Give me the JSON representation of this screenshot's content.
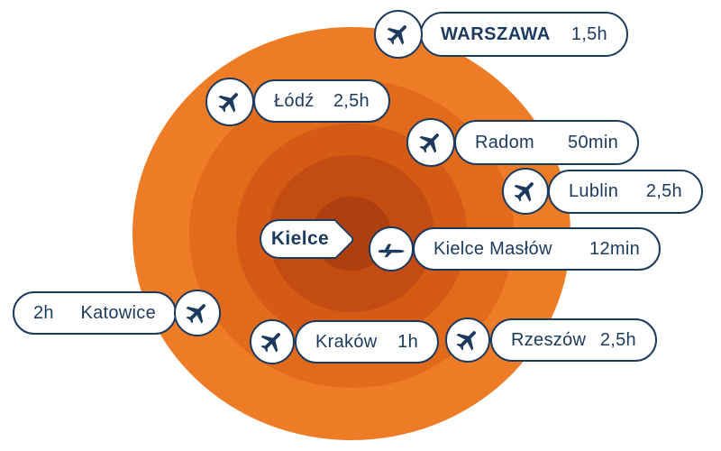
{
  "colors": {
    "navy": "#1b3a5e",
    "pill_background": "#ffffff",
    "ring_colors": [
      "#ee7c26",
      "#e26a1b",
      "#d45a15",
      "#c24c12",
      "#ae3f0e"
    ]
  },
  "center": {
    "label": "Kielce"
  },
  "items": [
    {
      "id": "warszawa",
      "city": "WARSZAWA",
      "time": "1,5h",
      "emphasis": true,
      "icon": "plane-top-icon",
      "icon_side": "left",
      "time_first": false
    },
    {
      "id": "lodz",
      "city": "Łódź",
      "time": "2,5h",
      "emphasis": false,
      "icon": "plane-top-icon",
      "icon_side": "left",
      "time_first": false
    },
    {
      "id": "radom",
      "city": "Radom",
      "time": "50min",
      "emphasis": false,
      "icon": "plane-top-icon",
      "icon_side": "left",
      "time_first": false
    },
    {
      "id": "lublin",
      "city": "Lublin",
      "time": "2,5h",
      "emphasis": false,
      "icon": "plane-top-icon",
      "icon_side": "left",
      "time_first": false
    },
    {
      "id": "kielce-maslow",
      "city": "Kielce Masłów",
      "time": "12min",
      "emphasis": false,
      "icon": "plane-side-icon",
      "icon_side": "left",
      "time_first": false
    },
    {
      "id": "katowice",
      "city": "Katowice",
      "time": "2h",
      "emphasis": false,
      "icon": "plane-top-icon",
      "icon_side": "right",
      "time_first": true
    },
    {
      "id": "krakow",
      "city": "Kraków",
      "time": "1h",
      "emphasis": false,
      "icon": "plane-top-icon",
      "icon_side": "left",
      "time_first": false
    },
    {
      "id": "rzeszow",
      "city": "Rzeszów",
      "time": "2,5h",
      "emphasis": false,
      "icon": "plane-top-icon",
      "icon_side": "left",
      "time_first": false
    }
  ]
}
